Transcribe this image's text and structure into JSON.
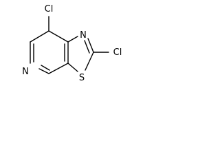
{
  "molecule": {
    "atoms": {
      "cl_top": "Cl",
      "cl_right": "Cl",
      "n_left": "N",
      "n_right": "N",
      "s": "S"
    }
  }
}
